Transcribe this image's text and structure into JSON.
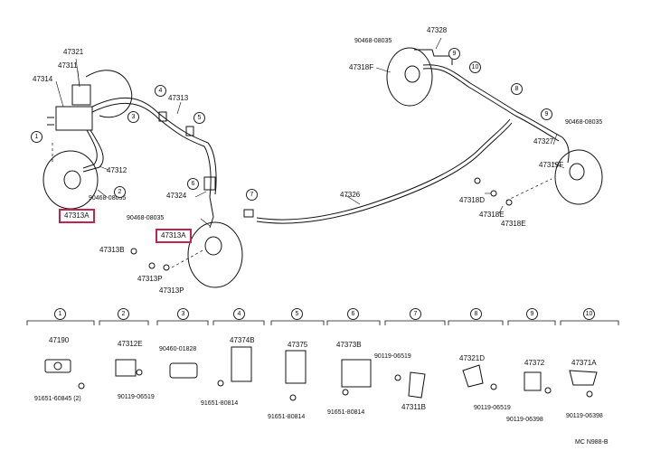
{
  "highlight_color": "#c0254f",
  "callouts": [
    "1",
    "2",
    "3",
    "4",
    "5",
    "6",
    "7",
    "8",
    "9",
    "10"
  ],
  "labels": {
    "l47321": "47321",
    "l47311": "47311",
    "l47314": "47314",
    "l47313_top": "47313",
    "l47312": "47312",
    "l90468_left": "90468-08035",
    "l47313A_left": "47313A",
    "l47324": "47324",
    "l90468_mid": "90468-08035",
    "l47313A_mid": "47313A",
    "l47313B": "47313B",
    "l47313P_a": "47313P",
    "l47313P_b": "47313P",
    "l47326": "47326",
    "l90468_top": "90468-08035",
    "l47328": "47328",
    "l47318F": "47318F",
    "l90468_right": "90468-08035",
    "l47327": "47327",
    "l47319F": "47319F",
    "l47318D": "47318D",
    "l47318E_a": "47318E",
    "l47318E_b": "47318E"
  },
  "parts_table": [
    {
      "num": "1",
      "part": "47190",
      "sub": "91651-60845 (2)"
    },
    {
      "num": "2",
      "part": "47312E",
      "sub": "90119-06519"
    },
    {
      "num": "3",
      "part": "90460-01828",
      "sub": ""
    },
    {
      "num": "4",
      "part": "47374B",
      "sub": "91651-80814"
    },
    {
      "num": "5",
      "part": "47375",
      "sub": "91651-80814"
    },
    {
      "num": "6",
      "part": "47373B",
      "sub": "91651-80814"
    },
    {
      "num": "7",
      "part": "90119-06519",
      "sub": "47311B"
    },
    {
      "num": "8",
      "part": "47321D",
      "sub": "90119-06519"
    },
    {
      "num": "9",
      "part": "47372",
      "sub": "90119-06398"
    },
    {
      "num": "10",
      "part": "47371A",
      "sub": "90119-06398"
    }
  ],
  "footer": "MC N988-B"
}
